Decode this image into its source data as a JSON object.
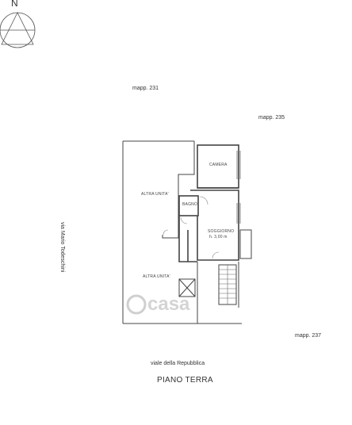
{
  "compass": {
    "north_label": "N"
  },
  "neighbors": {
    "mapp_231": "mapp. 231",
    "mapp_235": "mapp. 235",
    "mapp_237": "mapp. 237"
  },
  "streets": {
    "side_street": "via Mario Todeschini",
    "front_street": "viale della Repubblica"
  },
  "rooms": {
    "camera": "CAMERA",
    "bagno": "BAGNO",
    "soggiorno": "SOGGIORNO",
    "soggiorno_height": "h. 3,00 m",
    "altra_unita_1": "ALTRA UNITA'",
    "altra_unita_2": "ALTRA UNITA'"
  },
  "floor_label": "PIANO TERRA",
  "watermark": "casa",
  "colors": {
    "line": "#444444",
    "thin_line": "#777777",
    "watermark": "#cfcfcf"
  }
}
